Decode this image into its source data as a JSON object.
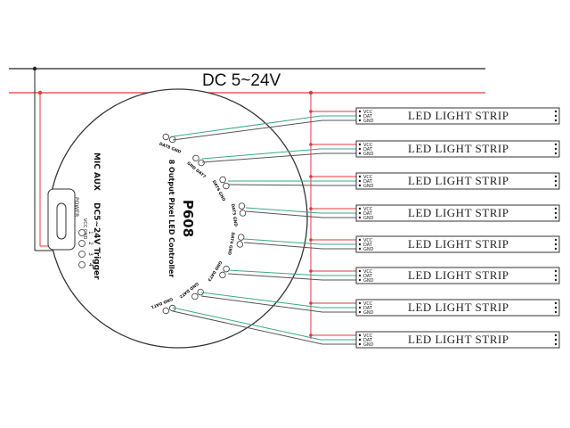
{
  "power_rail": {
    "label": "DC 5~24V",
    "color_positive": "#e03a3a",
    "color_negative": "#222222"
  },
  "controller": {
    "model": "P608",
    "subtitle": "8 Output Pixel LED Controller",
    "mic_aux": "MIC AUX",
    "trigger": "DC5~24V Trigger",
    "power_label": "POWER",
    "vcc_gnd": "VCC GND",
    "trigger_channels": [
      "1",
      "2",
      "3",
      "4"
    ],
    "port_labels": [
      "DAT8 GND",
      "GND DAT7",
      "DAT6 GND",
      "DAT5 GND",
      "DAT4 GND",
      "GND DAT3",
      "GND DAT2",
      "GND DAT1"
    ]
  },
  "wire_colors": {
    "data": "#3aa88a",
    "gnd": "#555555",
    "vcc": "#e03a3a"
  },
  "strip_pins": [
    "VCC",
    "DAT",
    "GND"
  ],
  "strips": [
    {
      "label": "LED  LIGHT STRIP"
    },
    {
      "label": "LED  LIGHT STRIP"
    },
    {
      "label": "LED  LIGHT STRIP"
    },
    {
      "label": "LED  LIGHT STRIP"
    },
    {
      "label": "LED  LIGHT STRIP"
    },
    {
      "label": "LED  LIGHT STRIP"
    },
    {
      "label": "LED  LIGHT STRIP"
    },
    {
      "label": "LED  LIGHT STRIP"
    }
  ]
}
